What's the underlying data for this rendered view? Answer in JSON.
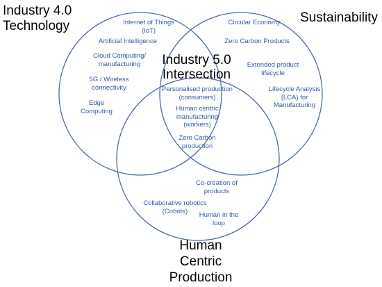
{
  "sets": {
    "technology": {
      "title_line1": "Industry 4.0",
      "title_line2": "Technology",
      "items": [
        {
          "line1": "Internet of Things",
          "line2": "(IoT)"
        },
        {
          "line1": "Artificial Intelligence",
          "line2": ""
        },
        {
          "line1": "Cloud Computing/",
          "line2": "manufacturing"
        },
        {
          "line1": "5G / Wireless",
          "line2": "connectivity"
        },
        {
          "line1": "Edge",
          "line2": "Computing"
        }
      ]
    },
    "sustainability": {
      "title": "Sustainability",
      "items": [
        {
          "line1": "Circular Economy",
          "line2": ""
        },
        {
          "line1": "Zero Carbon Products",
          "line2": ""
        },
        {
          "line1": "Extended product",
          "line2": "lifecycle"
        },
        {
          "line1": "Lifecycle Analysis",
          "line2": "(LCA) for",
          "line3": "Manufacturing"
        }
      ]
    },
    "human_centric": {
      "title_line1": "Human",
      "title_line2": "Centric",
      "title_line3": "Production",
      "items": [
        {
          "line1": "Co-creation of",
          "line2": "products"
        },
        {
          "line1": "Collaborative robotics",
          "line2": "(Cobots)"
        },
        {
          "line1": "Human in the",
          "line2": "loop"
        }
      ]
    }
  },
  "intersection": {
    "title_line1": "Industry 5.0",
    "title_line2": "Intersection",
    "items": [
      {
        "line1": "Personalised production",
        "line2": "(consumers)"
      },
      {
        "line1": "Human centric",
        "line2": "manufacturing",
        "line3": "(workers)"
      },
      {
        "line1": "Zero Carbon",
        "line2": "production"
      }
    ]
  },
  "colors": {
    "circle_stroke": "#4a6aa8",
    "item_text": "#2f5aa6",
    "title_text": "#000000",
    "background": "#ffffff"
  }
}
